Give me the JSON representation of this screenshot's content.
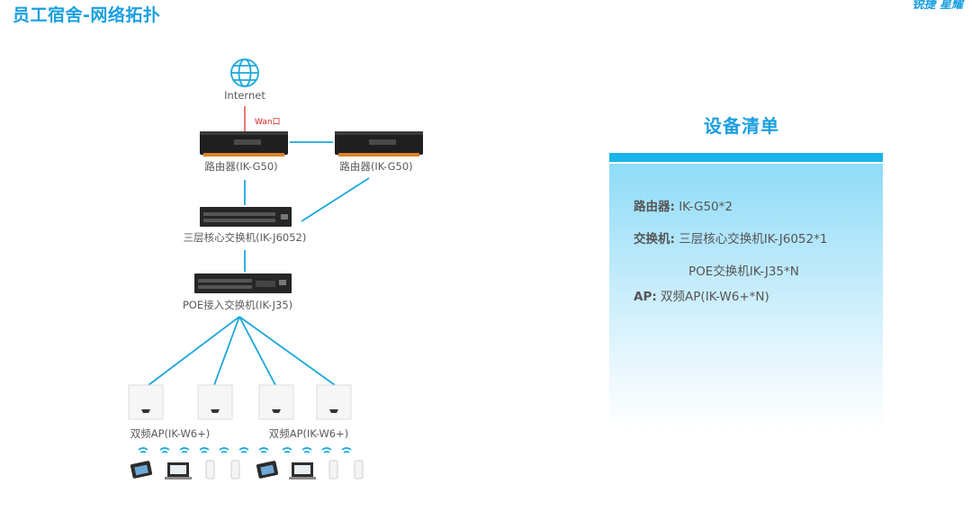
{
  "page": {
    "title": "员工宿舍-网络拓扑",
    "brand": "锐捷 星耀"
  },
  "topology": {
    "internet_label": "Internet",
    "wan_label": "Wan口",
    "router1_label": "路由器(IK-G50)",
    "router2_label": "路由器(IK-G50)",
    "core_switch_label": "三层核心交换机(IK-J6052)",
    "poe_switch_label": "POE接入交换机(IK-J35)",
    "ap_group1_label": "双频AP(IK-W6+)",
    "ap_group2_label": "双频AP(IK-W6+)",
    "colors": {
      "link": "#1aa7dc",
      "wan_link": "#e02020",
      "accent": "#1a9fe0"
    }
  },
  "device_list": {
    "title": "设备清单",
    "rows": [
      {
        "key": "路由器:",
        "value": "IK-G50*2"
      },
      {
        "key": "交换机:",
        "value": "三层核心交换机IK-J6052*1"
      },
      {
        "key": "",
        "value": "POE交换机IK-J35*N"
      },
      {
        "key": "AP:",
        "value": "双频AP(IK-W6+*N)"
      }
    ]
  }
}
